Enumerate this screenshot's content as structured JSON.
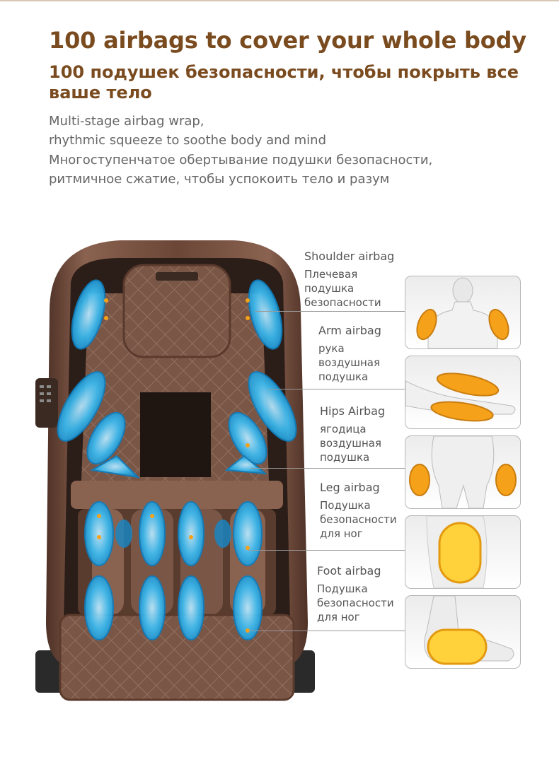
{
  "header": {
    "title_en": "100 airbags to cover your whole body",
    "title_ru": "100 подушек безопасности, чтобы покрыть все ваше тело",
    "desc_en": "Multi-stage airbag wrap,\nrhythmic squeeze to soothe body and mind",
    "desc_ru": "Многоступенчатое обертывание подушки безопасности,\nритмичное сжатие, чтобы успокоить тело и разум"
  },
  "airbags": [
    {
      "en": "Shoulder airbag",
      "ru": "Плечевая\nподушка\nбезопасности",
      "icon": "shoulder-airbag-icon"
    },
    {
      "en": "Arm airbag",
      "ru": "рука\nвоздушная\nподушка",
      "icon": "arm-airbag-icon"
    },
    {
      "en": "Hips Airbag",
      "ru": "ягодица\nвоздушная\nподушка",
      "icon": "hips-airbag-icon"
    },
    {
      "en": "Leg airbag",
      "ru": "Подушка\nбезопасности\nдля ног",
      "icon": "leg-airbag-icon"
    },
    {
      "en": "Foot airbag",
      "ru": "Подушка\nбезопасности\nдля ног",
      "icon": "foot-airbag-icon"
    }
  ],
  "colors": {
    "title": "#7a4b1f",
    "chair_brown": "#6b4636",
    "airbag_blue": "#2fb6f0",
    "airbag_orange": "#f5a21a"
  }
}
